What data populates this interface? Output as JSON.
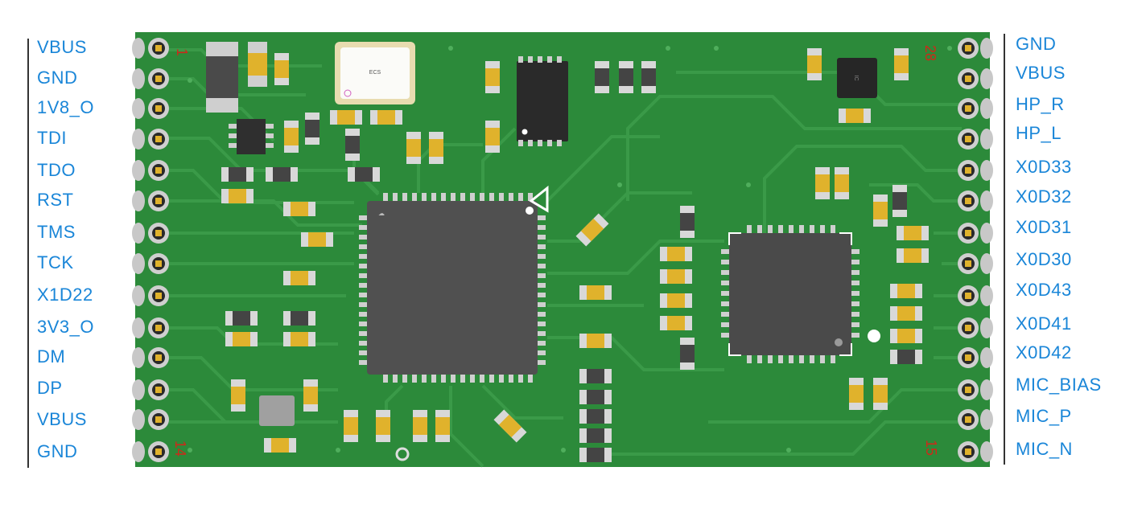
{
  "left_pins": [
    "VBUS",
    "GND",
    "1V8_O",
    "TDI",
    "TDO",
    "RST",
    "TMS",
    "TCK",
    "X1D22",
    "3V3_O",
    "DM",
    "DP",
    "VBUS",
    "GND"
  ],
  "right_pins": [
    "GND",
    "VBUS",
    "HP_R",
    "HP_L",
    "X0D33",
    "X0D32",
    "X0D31",
    "X0D30",
    "X0D43",
    "X0D41",
    "X0D42",
    "MIC_BIAS",
    "MIC_P",
    "MIC_N"
  ],
  "pin_numbers": {
    "top_left": "1",
    "bottom_left": "14",
    "top_right": "28",
    "bottom_right": "15"
  },
  "colors": {
    "board": "#2c8a3a",
    "pad_gold": "#e0b22c",
    "label": "#1a86d8",
    "chip": "#505050",
    "pin_number": "#cc2a1a"
  },
  "icons": {
    "mcu_marking": "cloud-logo-icon",
    "crystal_marking": "cloud-logo-icon"
  }
}
